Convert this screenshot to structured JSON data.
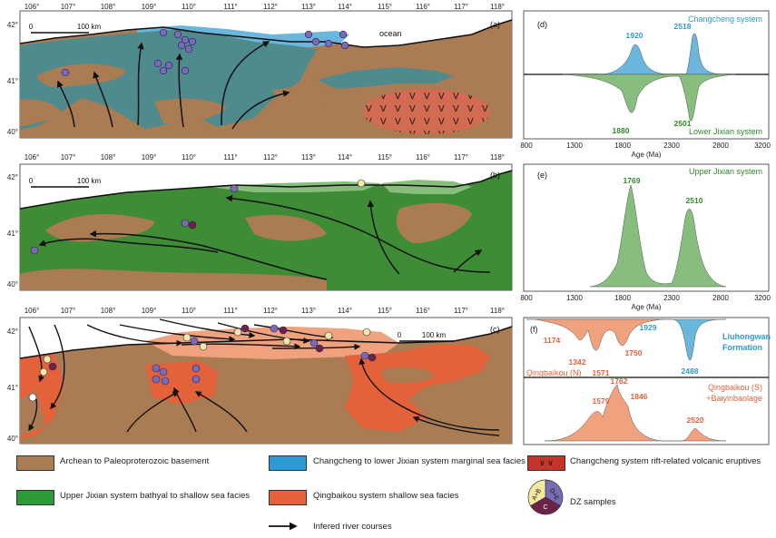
{
  "panel_a": {
    "letter": "(a)",
    "lon_ticks": [
      "106°",
      "107°",
      "108°",
      "109°",
      "110°",
      "111°",
      "112°",
      "113°",
      "114°",
      "115°",
      "116°",
      "117°",
      "118°"
    ],
    "lat_ticks": [
      "42°",
      "41°",
      "40°"
    ],
    "scale": "100 km",
    "scale_zero": "0",
    "ocean_label": "ocean"
  },
  "panel_b": {
    "letter": "(b)",
    "lon_ticks": [
      "106°",
      "107°",
      "108°",
      "109°",
      "110°",
      "111°",
      "112°",
      "113°",
      "114°",
      "115°",
      "116°",
      "117°",
      "118°"
    ],
    "lat_ticks": [
      "42°",
      "41°",
      "40°"
    ],
    "scale": "100 km",
    "scale_zero": "0"
  },
  "panel_c": {
    "letter": "(c)",
    "lon_ticks": [
      "106°",
      "107°",
      "108°",
      "109°",
      "110°",
      "111°",
      "112°",
      "113°",
      "114°",
      "115°",
      "116°",
      "117°",
      "118°"
    ],
    "lat_ticks": [
      "42°",
      "41°",
      "40°"
    ],
    "scale": "100 km",
    "scale_zero": "0"
  },
  "panel_d": {
    "letter": "(d)",
    "top_label": "Changcheng system",
    "bottom_label": "Lower Jixian system",
    "peaks_top": [
      "1920",
      "2518"
    ],
    "peaks_bottom": [
      "1880",
      "2501"
    ],
    "x_ticks": [
      "800",
      "1300",
      "1800",
      "2300",
      "2800",
      "3200"
    ],
    "x_label": "Age (Ma)"
  },
  "panel_e": {
    "letter": "(e)",
    "label": "Upper Jixian system",
    "peaks": [
      "1769",
      "2510"
    ],
    "x_ticks": [
      "800",
      "1300",
      "1800",
      "2300",
      "2800",
      "3200"
    ],
    "x_label": "Age (Ma)"
  },
  "panel_f": {
    "letter": "(f)",
    "label_liuhongwan_1": "Liuhongwan",
    "label_liuhongwan_2": "Formation",
    "label_qingbaikou_n": "Qingbaikou (N)",
    "label_qingbaikou_s_1": "Qingbaikou (S)",
    "label_qingbaikou_s_2": "+Baiyinbaolage",
    "peaks_top_blue": [
      "1929",
      "2488"
    ],
    "peaks_top_orange": [
      "1174",
      "1342",
      "1571",
      "1750"
    ],
    "peaks_bottom": [
      "1579",
      "1762",
      "1846",
      "2520"
    ]
  },
  "legend": {
    "basement": "Archean to Paleoproterozoic basement",
    "changcheng": "Changcheng to lower Jixian system marginal sea facies",
    "volcanic": "Changcheng system rift-related volcanic eruptives",
    "upper_jixian": "Upper Jixian system bathyal to shallow sea facies",
    "qingbaikou": "Qingbaikou system shallow sea facies",
    "dz": "DZ samples",
    "dz_ab": "A+B",
    "dz_de": "D+E",
    "dz_c": "C",
    "river": "Infered river courses"
  },
  "colors": {
    "basement": "#a97c54",
    "changcheng": "#4ba3d6",
    "teal": "#4f8a8c",
    "volcanic": "#c4342b",
    "upper_jixian": "#3e8c35",
    "qingbaikou": "#e4623a",
    "dz_purple": "#7a6bb5",
    "dz_yellow": "#f3e9a0",
    "dz_maroon": "#6b2349",
    "kde_blue": "#6bb6dc",
    "kde_green": "#87be7d",
    "kde_orange": "#f0a27f"
  }
}
